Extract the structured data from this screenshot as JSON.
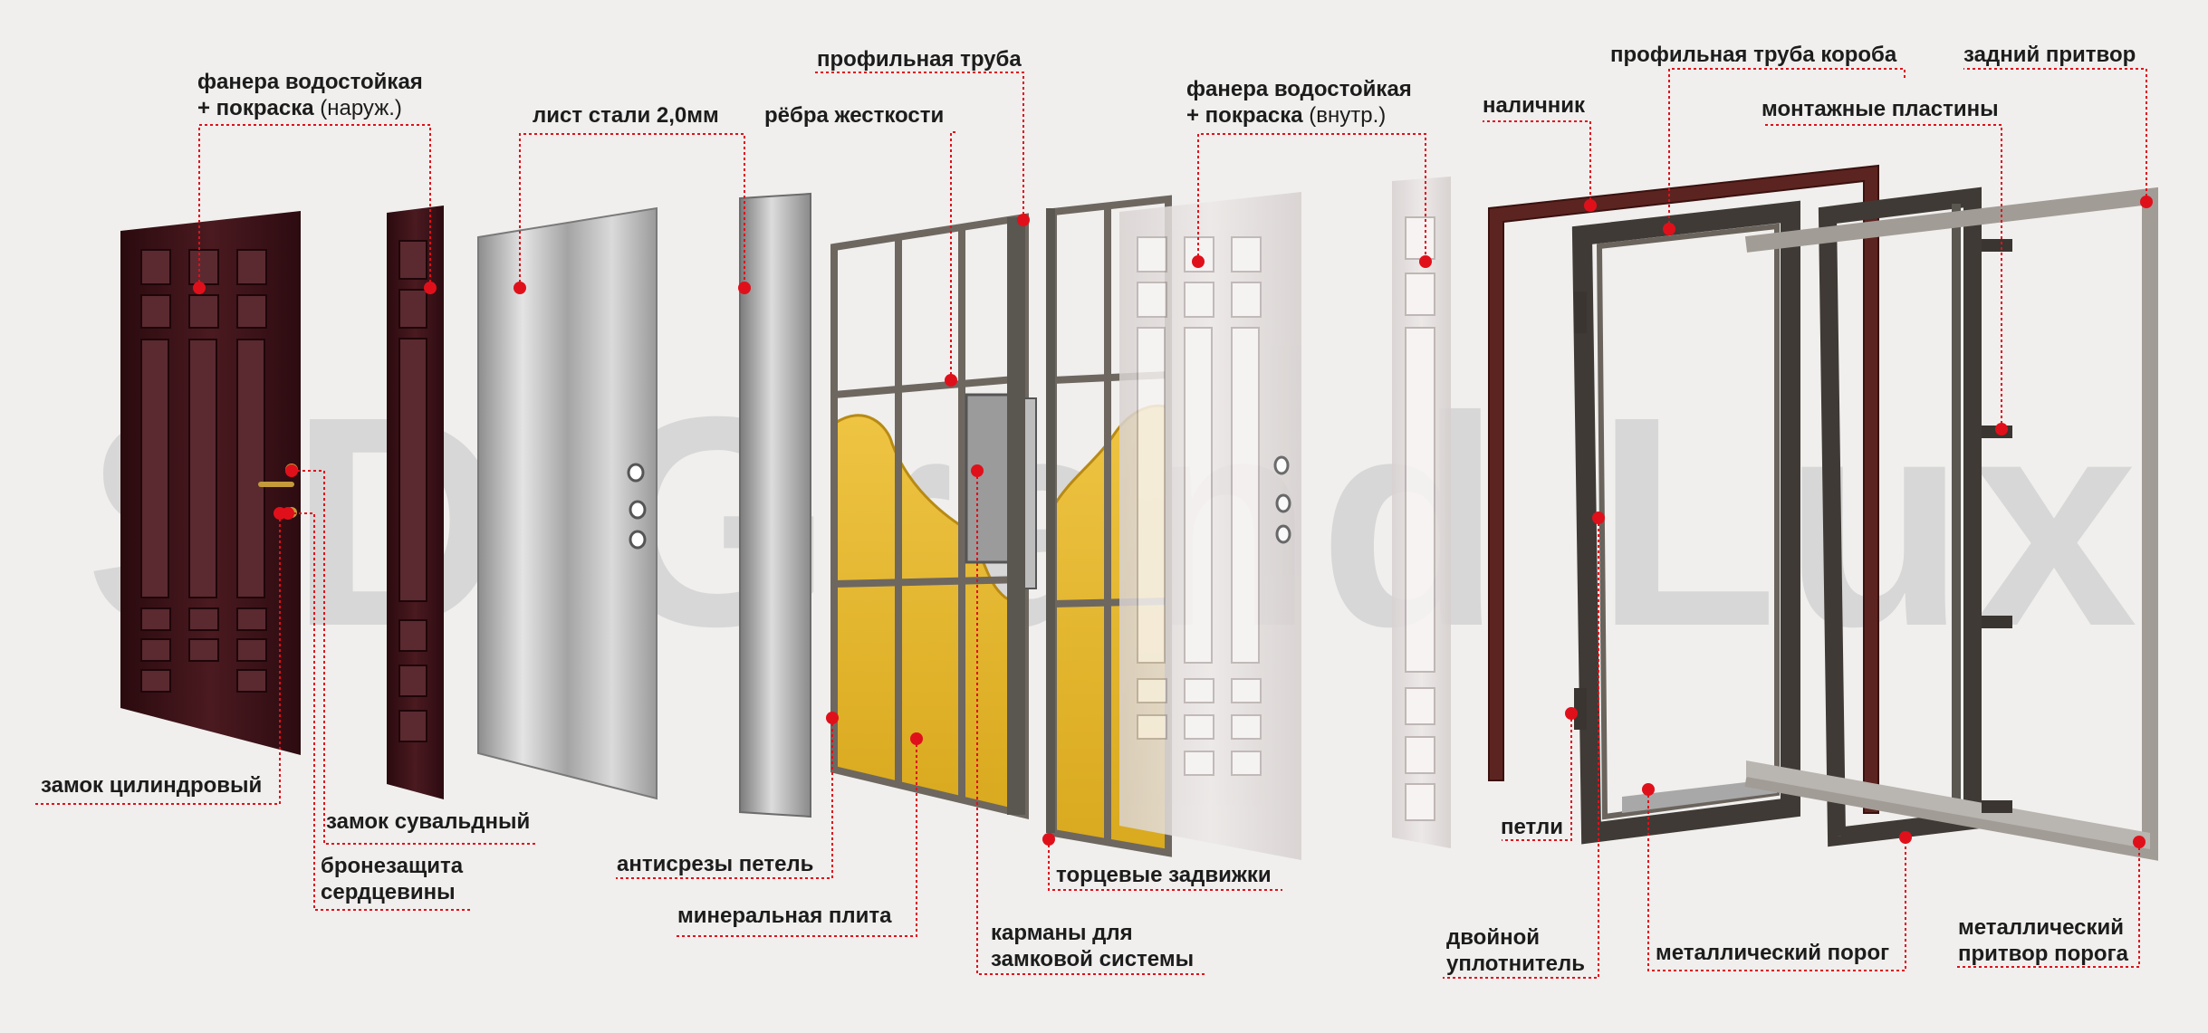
{
  "watermark": "SD Grand Lux",
  "colors": {
    "background": "#f0efed",
    "leader_line": "#e0101b",
    "dot": "#e0101b",
    "veneer_dark": "#3a1016",
    "steel": "#b9b9b9",
    "frame": "#5a5650",
    "insulation": "#e7b829",
    "trim": "#5c2420"
  },
  "labels": {
    "plywood_outer_line1": "фанера водостойкая",
    "plywood_outer_line2_bold": "+ покраска",
    "plywood_outer_line2_note": "(наруж.)",
    "steel_sheet": "лист стали 2,0мм",
    "stiffening_ribs": "рёбра жесткости",
    "profile_pipe": "профильная труба",
    "plywood_inner_line1": "фанера водостойкая",
    "plywood_inner_line2_bold": "+ покраска",
    "plywood_inner_line2_note": "(внутр.)",
    "casing": "наличник",
    "frame_profile_pipe": "профильная труба короба",
    "rear_rebate": "задний притвор",
    "mounting_plates": "монтажные пластины",
    "cylinder_lock": "замок цилиндровый",
    "lever_lock": "замок сувальдный",
    "core_armor_line1": "бронезащита",
    "core_armor_line2": "сердцевины",
    "hinge_anti_cut": "антисрезы петель",
    "mineral_board": "минеральная плита",
    "lock_pockets_line1": "карманы для",
    "lock_pockets_line2": "замковой системы",
    "end_bolts": "торцевые задвижки",
    "hinges": "петли",
    "double_seal_line1": "двойной",
    "double_seal_line2": "уплотнитель",
    "metal_threshold": "металлический порог",
    "threshold_rebate_line1": "металлический",
    "threshold_rebate_line2": "притвор порога"
  }
}
